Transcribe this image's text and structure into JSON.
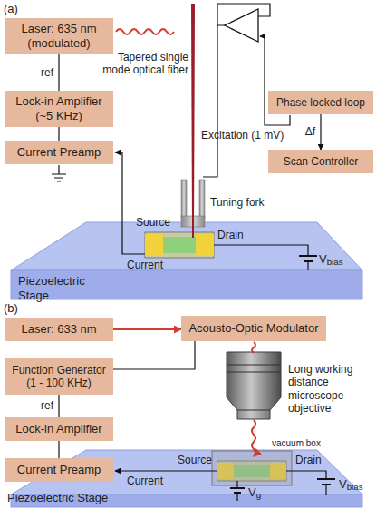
{
  "diagram": {
    "nodes": [
      {
        "text": [
          "Laser: 635 nm (modulated)"
        ]
      },
      {
        "text": [
          "Lock-in Amplifier (~5 KHz)"
        ]
      },
      {
        "text": [
          "Phase locked loop"
        ]
      },
      {
        "text": [
          "Current Preamp"
        ]
      },
      {
        "text": [
          "Scan Controller"
        ]
      },
      {
        "text": [
          "Laser: 633 nm"
        ]
      },
      {
        "text": [
          "Acousto-Optic Modulator"
        ]
      },
      {
        "text": [
          "Function Generator (1 - 100 KHz)"
        ]
      },
      {
        "text": [
          "Lock-in Amplifier"
        ]
      },
      {
        "text": [
          "Current Preamp"
        ]
      }
    ],
    "edges": [
      {
        "from": 0,
        "to": 1,
        "arrow": "none",
        "label": "ref"
      },
      {
        "from": 1,
        "to": 3,
        "arrow": "none"
      },
      {
        "from": 2,
        "to": 4,
        "arrow": "to",
        "label": "Δf"
      },
      {
        "from": 5,
        "to": 6,
        "arrow": "to"
      },
      {
        "from": 7,
        "to": 6,
        "arrow": "none"
      },
      {
        "from": 7,
        "to": 8,
        "arrow": "none",
        "label": "ref"
      },
      {
        "from": 8,
        "to": 9,
        "arrow": "none"
      }
    ],
    "labels": [
      "(a)",
      "Tapered single mode optical fiber",
      "Excitation (1 mV)",
      "Tuning fork",
      "Source",
      "Drain",
      "Current",
      "Vbias",
      "Piezoelectric Stage",
      "(b)",
      "Long working distance microscope objective",
      "vacuum box",
      "Source",
      "Drain",
      "Current",
      "Vg",
      "Vbias",
      "Piezoelectric Stage"
    ]
  }
}
